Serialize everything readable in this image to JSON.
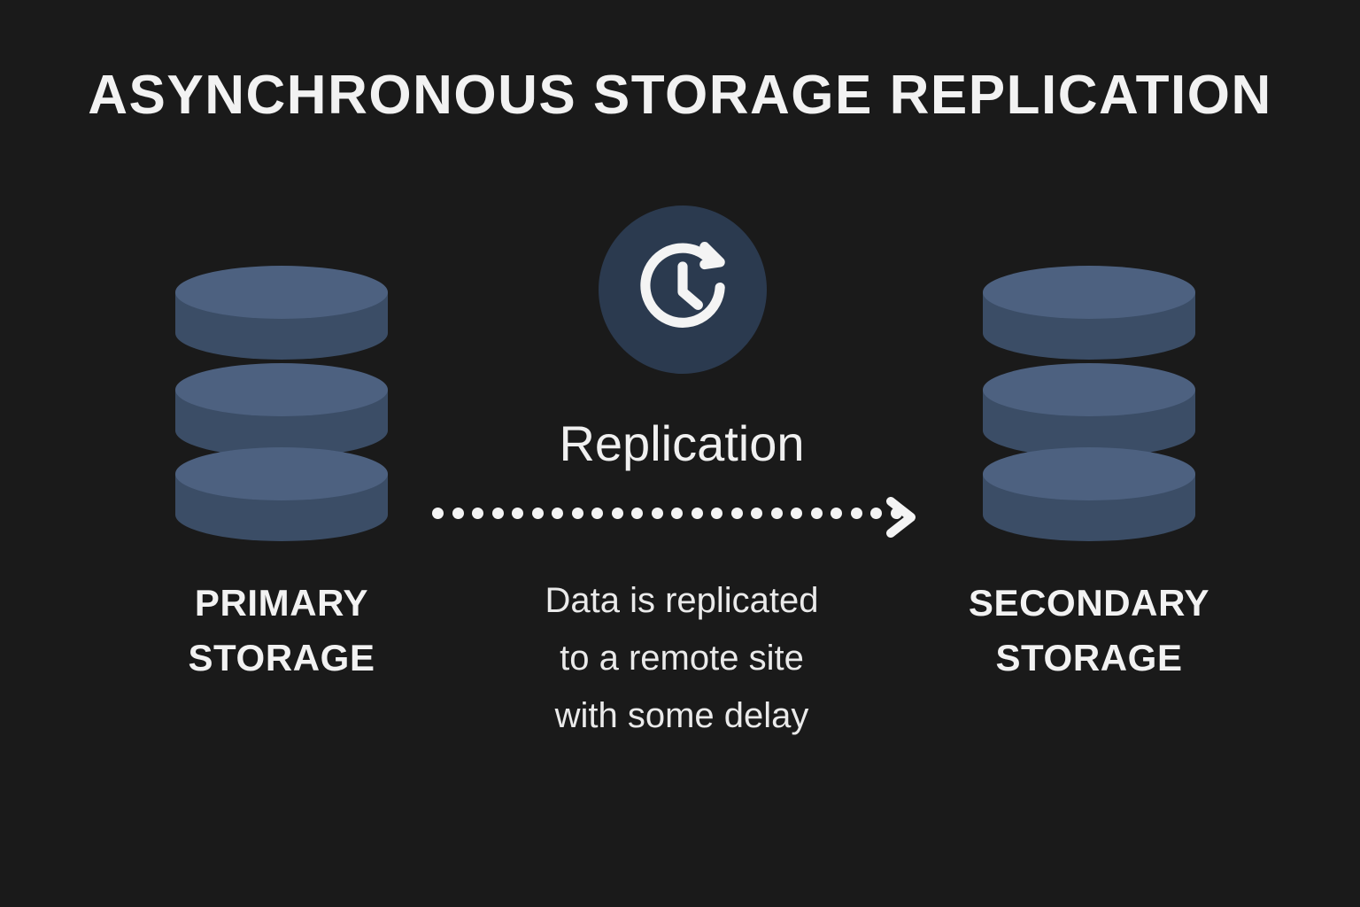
{
  "page": {
    "title": "ASYNCHRONOUS STORAGE REPLICATION",
    "background_color": "#1a1a1a"
  },
  "colors": {
    "background": "#1a1a1a",
    "text": "#f2f2f2",
    "db_top": "#4d6180",
    "db_body": "#3b4d66",
    "icon_circle": "#2b3a4f",
    "icon_glyph": "#f4f4f4",
    "arrow": "#f4f4f4"
  },
  "nodes": {
    "primary": {
      "icon": "database-stack-icon",
      "label_line1": "PRIMARY",
      "label_line2": "STORAGE"
    },
    "secondary": {
      "icon": "database-stack-icon",
      "label_line1": "SECONDARY",
      "label_line2": "STORAGE"
    }
  },
  "flow": {
    "icon": "clock-restore-icon",
    "label": "Replication",
    "arrow_style": "dotted",
    "arrow_direction": "left-to-right",
    "arrowhead": "chevron-right-icon",
    "dot_count": 24,
    "caption_line1": "Data is replicated",
    "caption_line2": "to a remote site",
    "caption_line3": "with some delay"
  }
}
